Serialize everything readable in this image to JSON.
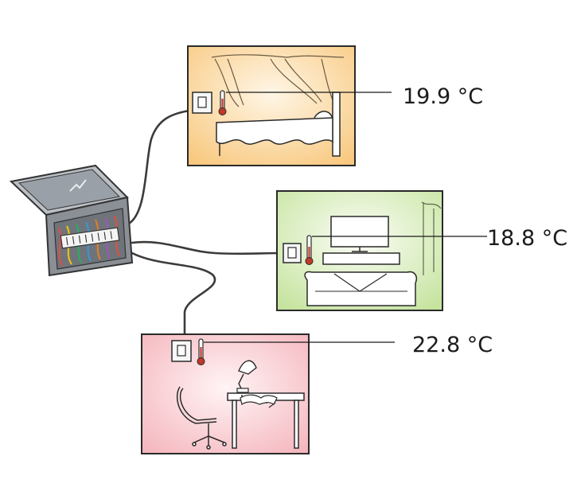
{
  "rooms": [
    {
      "name": "bedroom",
      "temperature": "19.9 °C",
      "tint": "#f8c77c"
    },
    {
      "name": "living-room",
      "temperature": "18.8 °C",
      "tint": "#c9e6a4"
    },
    {
      "name": "study",
      "temperature": "22.8 °C",
      "tint": "#f4b5bd"
    }
  ],
  "colors": {
    "outline": "#2a2a2a",
    "thermometer": "#c0392b",
    "panel_box": "#8a8f96",
    "panel_lid": "#b9bdc2"
  },
  "icons": [
    "breaker-panel-icon",
    "thermostat-icon",
    "thermometer-icon",
    "bed-icon",
    "tv-icon",
    "sofa-icon",
    "desk-icon",
    "lamp-icon",
    "chair-icon"
  ]
}
